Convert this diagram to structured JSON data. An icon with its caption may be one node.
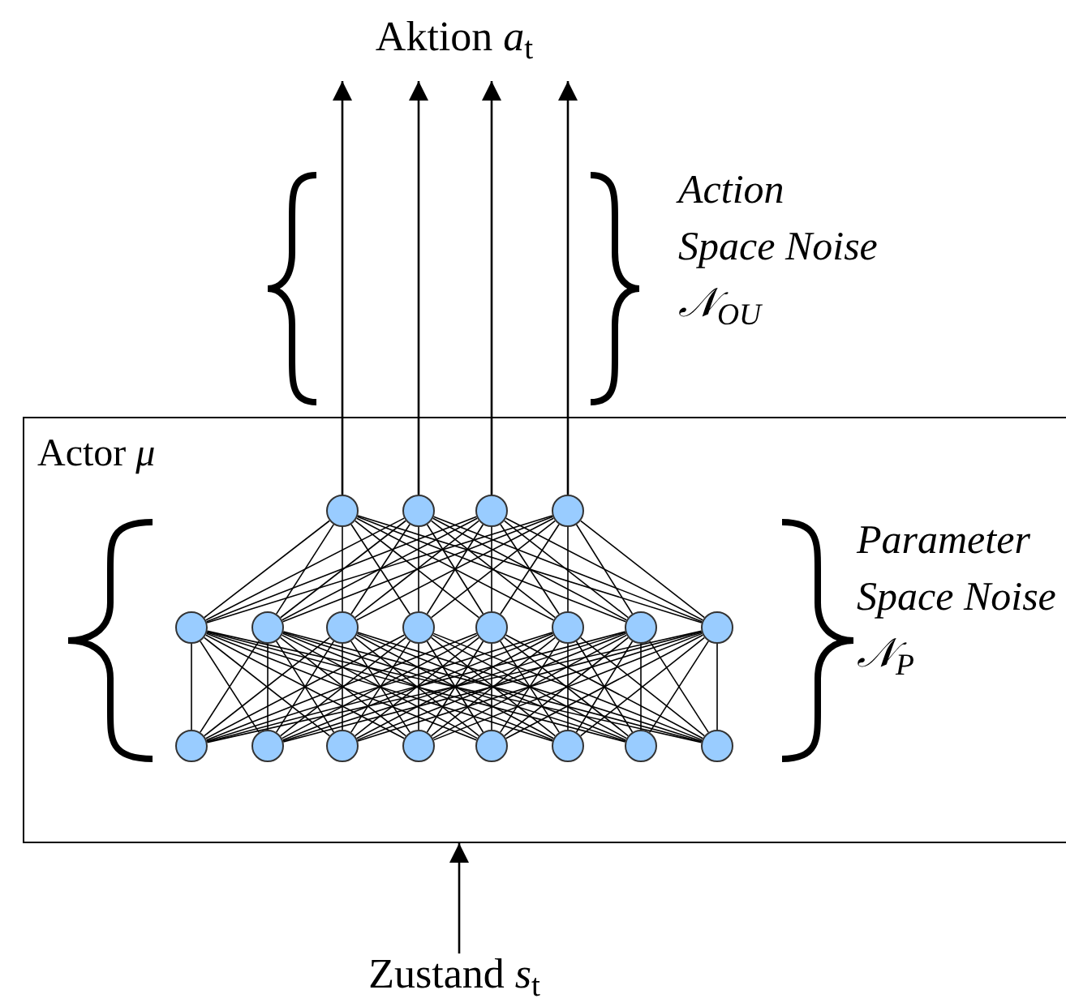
{
  "diagram": {
    "nodes": [
      {
        "text": [
          "Aktion *a*$_{t}$"
        ]
      },
      {
        "text": [
          "Actor *μ*"
        ]
      },
      {
        "text": [],
        "shape": "circle",
        "in": 1
      },
      {
        "text": [],
        "shape": "circle",
        "in": 1
      },
      {
        "text": [],
        "shape": "circle",
        "in": 1
      },
      {
        "text": [],
        "shape": "circle",
        "in": 1
      },
      {
        "text": [],
        "shape": "circle",
        "in": 1
      },
      {
        "text": [],
        "shape": "circle",
        "in": 1
      },
      {
        "text": [],
        "shape": "circle",
        "in": 1
      },
      {
        "text": [],
        "shape": "circle",
        "in": 1
      },
      {
        "text": [],
        "shape": "circle",
        "in": 1
      },
      {
        "text": [],
        "shape": "circle",
        "in": 1
      },
      {
        "text": [],
        "shape": "circle",
        "in": 1
      },
      {
        "text": [],
        "shape": "circle",
        "in": 1
      },
      {
        "text": [],
        "shape": "circle",
        "in": 1
      },
      {
        "text": [],
        "shape": "circle",
        "in": 1
      },
      {
        "text": [],
        "shape": "circle",
        "in": 1
      },
      {
        "text": [],
        "shape": "circle",
        "in": 1
      },
      {
        "text": [],
        "shape": "circle",
        "in": 1
      },
      {
        "text": [],
        "shape": "circle",
        "in": 1
      },
      {
        "text": [],
        "shape": "circle",
        "in": 1
      },
      {
        "text": [],
        "shape": "circle",
        "in": 1
      },
      {
        "text": [
          "Zustand *s*$_{t}$"
        ]
      }
    ],
    "edges": [
      {
        "from": 14,
        "to": 6,
        "arrow": "none"
      },
      {
        "from": 14,
        "to": 7,
        "arrow": "none"
      },
      {
        "from": 14,
        "to": 8,
        "arrow": "none"
      },
      {
        "from": 14,
        "to": 9,
        "arrow": "none"
      },
      {
        "from": 14,
        "to": 10,
        "arrow": "none"
      },
      {
        "from": 14,
        "to": 11,
        "arrow": "none"
      },
      {
        "from": 14,
        "to": 12,
        "arrow": "none"
      },
      {
        "from": 14,
        "to": 13,
        "arrow": "none"
      },
      {
        "from": 15,
        "to": 6,
        "arrow": "none"
      },
      {
        "from": 15,
        "to": 7,
        "arrow": "none"
      },
      {
        "from": 15,
        "to": 8,
        "arrow": "none"
      },
      {
        "from": 15,
        "to": 9,
        "arrow": "none"
      },
      {
        "from": 15,
        "to": 10,
        "arrow": "none"
      },
      {
        "from": 15,
        "to": 11,
        "arrow": "none"
      },
      {
        "from": 15,
        "to": 12,
        "arrow": "none"
      },
      {
        "from": 15,
        "to": 13,
        "arrow": "none"
      },
      {
        "from": 16,
        "to": 6,
        "arrow": "none"
      },
      {
        "from": 16,
        "to": 7,
        "arrow": "none"
      },
      {
        "from": 16,
        "to": 8,
        "arrow": "none"
      },
      {
        "from": 16,
        "to": 9,
        "arrow": "none"
      },
      {
        "from": 16,
        "to": 10,
        "arrow": "none"
      },
      {
        "from": 16,
        "to": 11,
        "arrow": "none"
      },
      {
        "from": 16,
        "to": 12,
        "arrow": "none"
      },
      {
        "from": 16,
        "to": 13,
        "arrow": "none"
      },
      {
        "from": 17,
        "to": 6,
        "arrow": "none"
      },
      {
        "from": 17,
        "to": 7,
        "arrow": "none"
      },
      {
        "from": 17,
        "to": 8,
        "arrow": "none"
      },
      {
        "from": 17,
        "to": 9,
        "arrow": "none"
      },
      {
        "from": 17,
        "to": 10,
        "arrow": "none"
      },
      {
        "from": 17,
        "to": 11,
        "arrow": "none"
      },
      {
        "from": 17,
        "to": 12,
        "arrow": "none"
      },
      {
        "from": 17,
        "to": 13,
        "arrow": "none"
      },
      {
        "from": 18,
        "to": 6,
        "arrow": "none"
      },
      {
        "from": 18,
        "to": 7,
        "arrow": "none"
      },
      {
        "from": 18,
        "to": 8,
        "arrow": "none"
      },
      {
        "from": 18,
        "to": 9,
        "arrow": "none"
      },
      {
        "from": 18,
        "to": 10,
        "arrow": "none"
      },
      {
        "from": 18,
        "to": 11,
        "arrow": "none"
      },
      {
        "from": 18,
        "to": 12,
        "arrow": "none"
      },
      {
        "from": 18,
        "to": 13,
        "arrow": "none"
      },
      {
        "from": 19,
        "to": 6,
        "arrow": "none"
      },
      {
        "from": 19,
        "to": 7,
        "arrow": "none"
      },
      {
        "from": 19,
        "to": 8,
        "arrow": "none"
      },
      {
        "from": 19,
        "to": 9,
        "arrow": "none"
      },
      {
        "from": 19,
        "to": 10,
        "arrow": "none"
      },
      {
        "from": 19,
        "to": 11,
        "arrow": "none"
      },
      {
        "from": 19,
        "to": 12,
        "arrow": "none"
      },
      {
        "from": 19,
        "to": 13,
        "arrow": "none"
      },
      {
        "from": 20,
        "to": 6,
        "arrow": "none"
      },
      {
        "from": 20,
        "to": 7,
        "arrow": "none"
      },
      {
        "from": 20,
        "to": 8,
        "arrow": "none"
      },
      {
        "from": 20,
        "to": 9,
        "arrow": "none"
      },
      {
        "from": 20,
        "to": 10,
        "arrow": "none"
      },
      {
        "from": 20,
        "to": 11,
        "arrow": "none"
      },
      {
        "from": 20,
        "to": 12,
        "arrow": "none"
      },
      {
        "from": 20,
        "to": 13,
        "arrow": "none"
      },
      {
        "from": 21,
        "to": 6,
        "arrow": "none"
      },
      {
        "from": 21,
        "to": 7,
        "arrow": "none"
      },
      {
        "from": 21,
        "to": 8,
        "arrow": "none"
      },
      {
        "from": 21,
        "to": 9,
        "arrow": "none"
      },
      {
        "from": 21,
        "to": 10,
        "arrow": "none"
      },
      {
        "from": 21,
        "to": 11,
        "arrow": "none"
      },
      {
        "from": 21,
        "to": 12,
        "arrow": "none"
      },
      {
        "from": 21,
        "to": 13,
        "arrow": "none"
      },
      {
        "from": 6,
        "to": 2,
        "arrow": "none"
      },
      {
        "from": 6,
        "to": 3,
        "arrow": "none"
      },
      {
        "from": 6,
        "to": 4,
        "arrow": "none"
      },
      {
        "from": 6,
        "to": 5,
        "arrow": "none"
      },
      {
        "from": 7,
        "to": 2,
        "arrow": "none"
      },
      {
        "from": 7,
        "to": 3,
        "arrow": "none"
      },
      {
        "from": 7,
        "to": 4,
        "arrow": "none"
      },
      {
        "from": 7,
        "to": 5,
        "arrow": "none"
      },
      {
        "from": 8,
        "to": 2,
        "arrow": "none"
      },
      {
        "from": 8,
        "to": 3,
        "arrow": "none"
      },
      {
        "from": 8,
        "to": 4,
        "arrow": "none"
      },
      {
        "from": 8,
        "to": 5,
        "arrow": "none"
      },
      {
        "from": 9,
        "to": 2,
        "arrow": "none"
      },
      {
        "from": 9,
        "to": 3,
        "arrow": "none"
      },
      {
        "from": 9,
        "to": 4,
        "arrow": "none"
      },
      {
        "from": 9,
        "to": 5,
        "arrow": "none"
      },
      {
        "from": 10,
        "to": 2,
        "arrow": "none"
      },
      {
        "from": 10,
        "to": 3,
        "arrow": "none"
      },
      {
        "from": 10,
        "to": 4,
        "arrow": "none"
      },
      {
        "from": 10,
        "to": 5,
        "arrow": "none"
      },
      {
        "from": 11,
        "to": 2,
        "arrow": "none"
      },
      {
        "from": 11,
        "to": 3,
        "arrow": "none"
      },
      {
        "from": 11,
        "to": 4,
        "arrow": "none"
      },
      {
        "from": 11,
        "to": 5,
        "arrow": "none"
      },
      {
        "from": 12,
        "to": 2,
        "arrow": "none"
      },
      {
        "from": 12,
        "to": 3,
        "arrow": "none"
      },
      {
        "from": 12,
        "to": 4,
        "arrow": "none"
      },
      {
        "from": 12,
        "to": 5,
        "arrow": "none"
      },
      {
        "from": 13,
        "to": 2,
        "arrow": "none"
      },
      {
        "from": 13,
        "to": 3,
        "arrow": "none"
      },
      {
        "from": 13,
        "to": 4,
        "arrow": "none"
      },
      {
        "from": 13,
        "to": 5,
        "arrow": "none"
      },
      {
        "from": 2,
        "to": 0,
        "arrow": "to"
      },
      {
        "from": 3,
        "to": 0,
        "arrow": "to"
      },
      {
        "from": 4,
        "to": 0,
        "arrow": "to"
      },
      {
        "from": 5,
        "to": 0,
        "arrow": "to"
      },
      {
        "from": 22,
        "to": 1,
        "arrow": "to"
      }
    ],
    "labels": [
      "Action Space Noise 𝒩$_{OU}$",
      "Parameter Space Noise 𝒩$_{P}$"
    ]
  }
}
